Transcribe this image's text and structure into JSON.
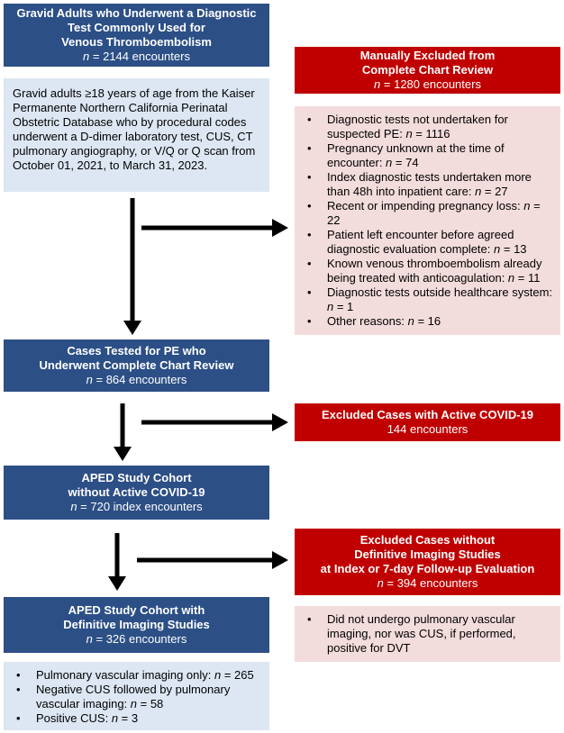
{
  "boxes": {
    "gravid": {
      "title": [
        "Gravid Adults who Underwent a Diagnostic",
        "Test Commonly Used for",
        "Venous Thromboembolism"
      ],
      "count_n": "n",
      "count_text": " = 2144 encounters"
    },
    "gravid_detail": {
      "text": "Gravid adults ≥18 years of age from the Kaiser Permanente Northern California Perinatal Obstetric Database who by procedural codes underwent a D-dimer laboratory test, CUS, CT pulmonary angiography, or V/Q or Q scan from October 01, 2021, to March 31, 2023."
    },
    "manual_excluded": {
      "title": [
        "Manually Excluded from",
        "Complete Chart Review"
      ],
      "count_n": "n",
      "count_text": " = 1280 encounters"
    },
    "manual_reasons": [
      {
        "pre": "Diagnostic tests not undertaken for suspected PE: ",
        "n": "n",
        "post": " = 1116"
      },
      {
        "pre": "Pregnancy unknown at the time of encounter: ",
        "n": "n",
        "post": " = 74"
      },
      {
        "pre": "Index diagnostic tests undertaken more than 48h into inpatient care: ",
        "n": "n",
        "post": " = 27"
      },
      {
        "pre": "Recent or impending pregnancy loss: ",
        "n": "n",
        "post": " = 22"
      },
      {
        "pre": "Patient left encounter before agreed diagnostic evaluation complete: ",
        "n": "n",
        "post": " = 13"
      },
      {
        "pre": "Known venous thromboembolism already being treated with anticoagulation: ",
        "n": "n",
        "post": " = 11"
      },
      {
        "pre": "Diagnostic tests outside healthcare system: ",
        "n": "n",
        "post": " = 1"
      },
      {
        "pre": "Other reasons: ",
        "n": "n",
        "post": " = 16"
      }
    ],
    "cases_tested": {
      "title": [
        "Cases Tested for PE who",
        "Underwent Complete Chart Review"
      ],
      "count_n": "n",
      "count_text": " = 864 encounters"
    },
    "covid_excluded": {
      "title": [
        "Excluded Cases with Active COVID-19"
      ],
      "count_text": "144 encounters"
    },
    "aped_cohort": {
      "title": [
        "APED Study Cohort",
        "without Active COVID-19"
      ],
      "count_n": "n",
      "count_text": " = 720 index encounters"
    },
    "imaging_excluded": {
      "title": [
        "Excluded Cases without",
        "Definitive Imaging Studies",
        "at Index or 7-day Follow-up Evaluation"
      ],
      "count_n": "n",
      "count_text": " = 394 encounters"
    },
    "imaging_reason": {
      "text": "Did not undergo pulmonary vascular imaging, nor was CUS, if performed, positive for DVT"
    },
    "aped_imaging": {
      "title": [
        "APED Study Cohort with",
        "Definitive Imaging Studies"
      ],
      "count_n": "n",
      "count_text": " = 326 encounters"
    },
    "final_breakdown": [
      {
        "pre": "Pulmonary vascular imaging only: ",
        "n": "n",
        "post": " = 265"
      },
      {
        "pre": "Negative CUS followed by pulmonary vascular imaging: ",
        "n": "n",
        "post": " = 58"
      },
      {
        "pre": "Positive CUS: ",
        "n": "n",
        "post": " = 3"
      }
    ]
  },
  "colors": {
    "blue": "#2c4f86",
    "red": "#c00000",
    "light_blue": "#dde7f3",
    "pink": "#f3dcdc"
  }
}
